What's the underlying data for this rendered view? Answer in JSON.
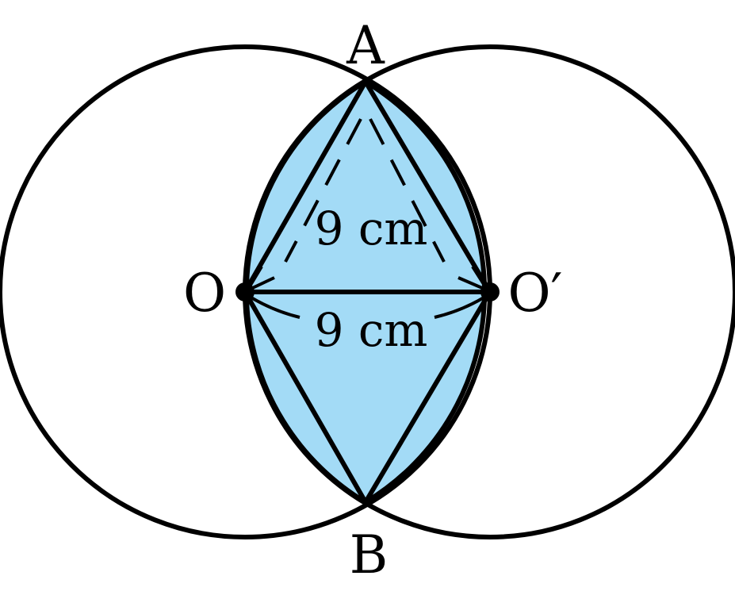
{
  "labels": {
    "top": "A",
    "bottom": "B",
    "left_center": "O",
    "right_center": "O′"
  },
  "dimensions": {
    "slanted": "9 cm",
    "horizontal": "9 cm"
  },
  "colors": {
    "lens_fill": "#a3dbf6",
    "stroke": "#000000"
  }
}
